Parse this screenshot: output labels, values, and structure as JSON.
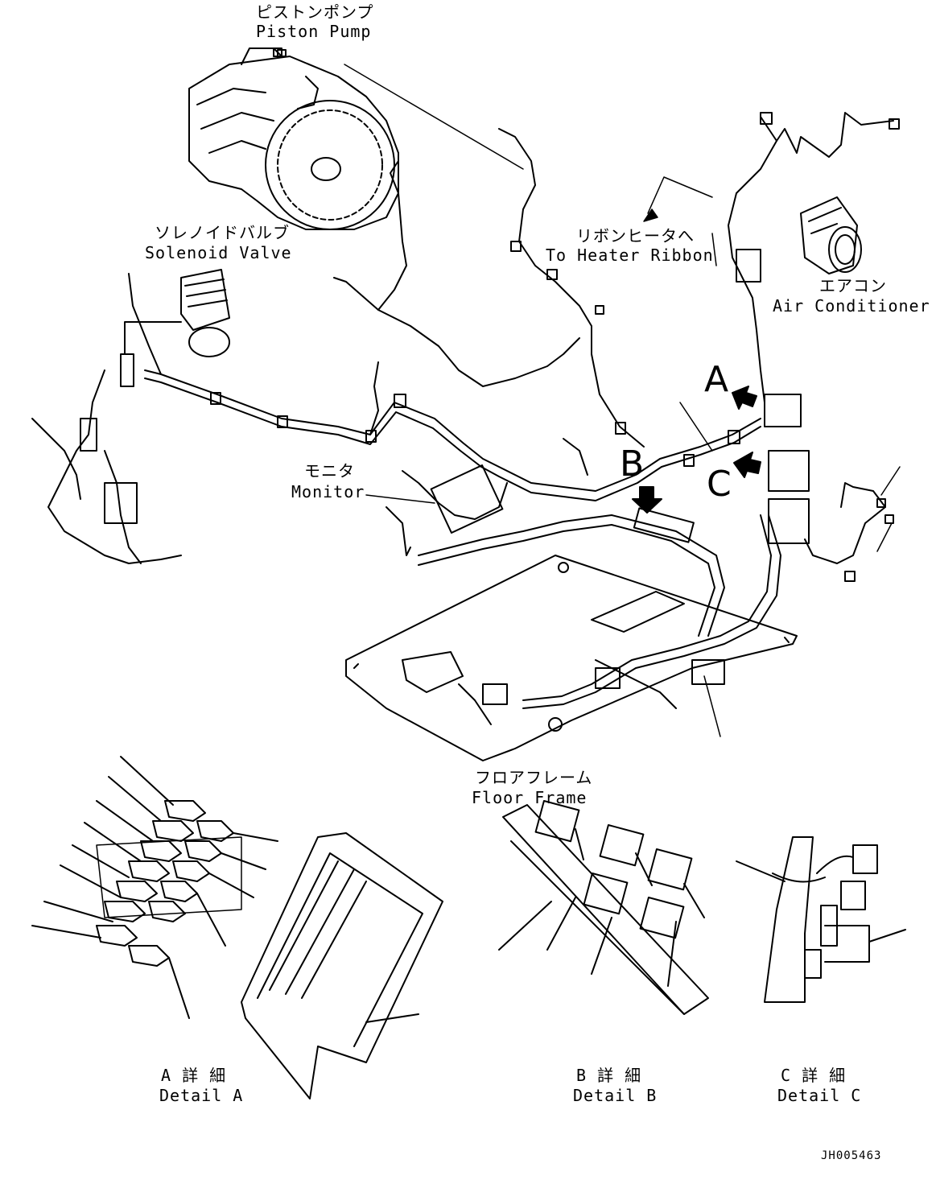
{
  "labels": {
    "piston_pump_jp": "ピストンポンプ",
    "piston_pump_en": "Piston Pump",
    "solenoid_valve_jp": "ソレノイドバルブ",
    "solenoid_valve_en": "Solenoid Valve",
    "heater_ribbon_jp": "リボンヒータへ",
    "heater_ribbon_en": "To Heater Ribbon",
    "air_conditioner_jp": "エアコン",
    "air_conditioner_en": "Air Conditioner",
    "monitor_jp": "モニタ",
    "monitor_en": "Monitor",
    "floor_frame_jp": "フロアフレーム",
    "floor_frame_en": "Floor Frame",
    "detail_a_jp": "A 詳 細",
    "detail_a_en": "Detail A",
    "detail_b_jp": "B 詳 細",
    "detail_b_en": "Detail B",
    "detail_c_jp": "C 詳 細",
    "detail_c_en": "Detail C"
  },
  "callouts": {
    "a": "A",
    "b": "B",
    "c": "C"
  },
  "drawing_code": "JH005463",
  "colors": {
    "line": "#000000",
    "background": "#ffffff"
  }
}
